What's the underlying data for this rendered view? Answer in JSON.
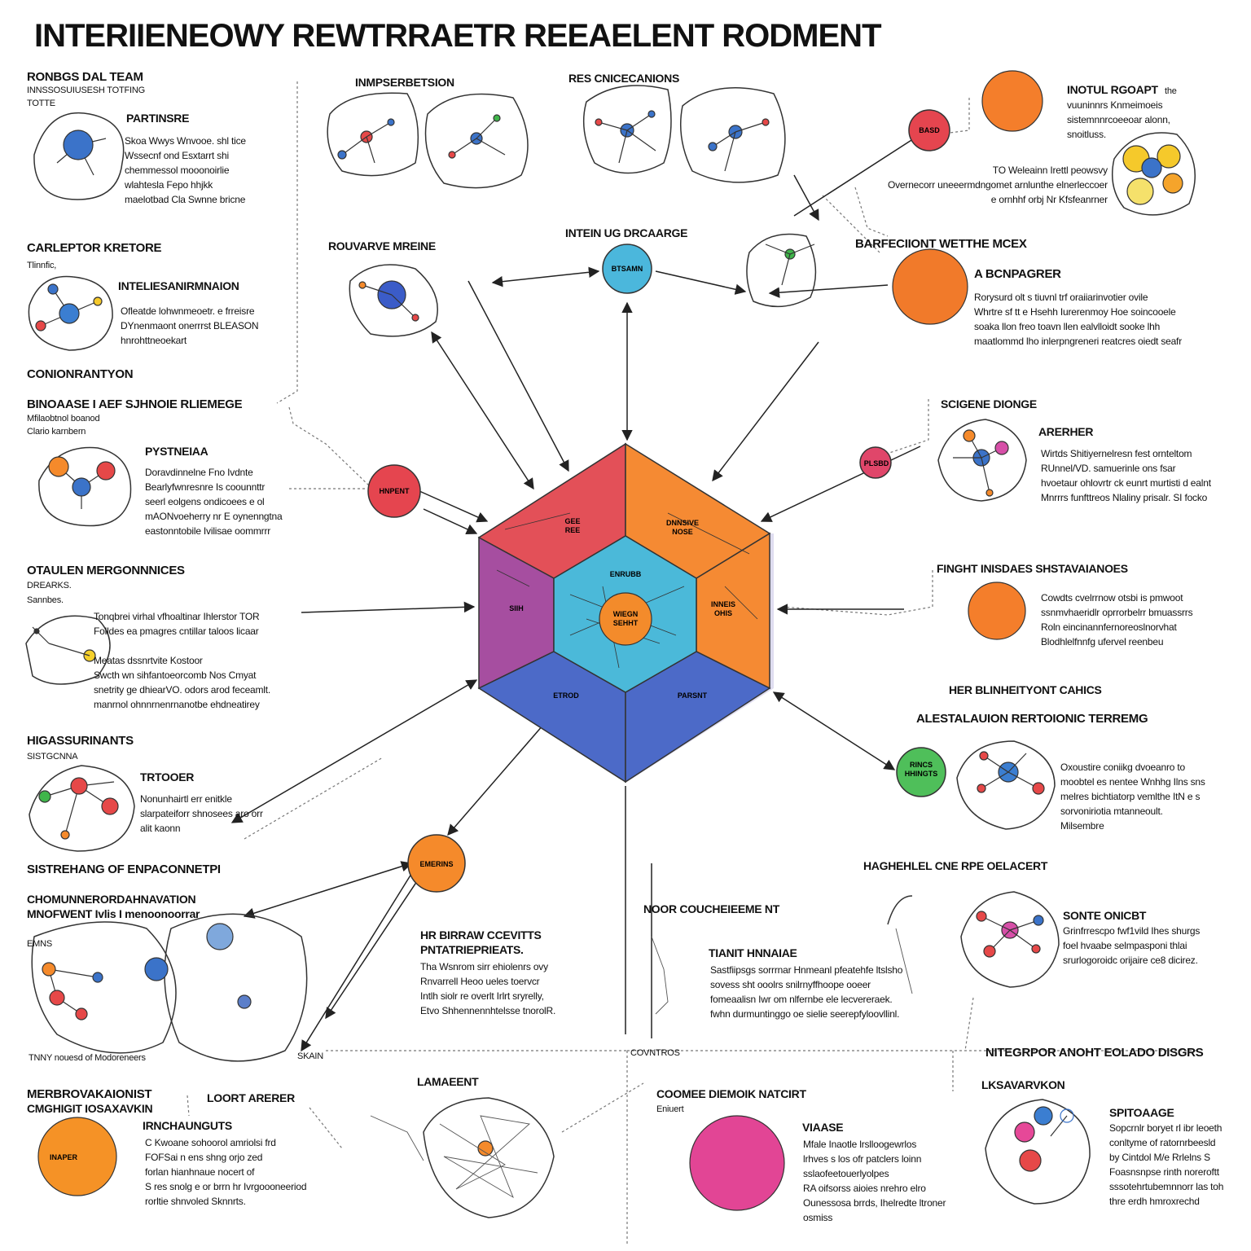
{
  "title": "INTERIIENEOWY REWTRRAETR REEAELENT RODMENT",
  "left": [
    {
      "heading": "RONBGS DAL TEAM",
      "sub": "INNSSOSUIUSESH TOTFING\nTOTTE",
      "label": "PARTINSRE",
      "body": "Skoa Wwys Wnvooe. shl tice\nWssecnf ond Esxtarrt shi\nchemmessol mooonoirlie\nwlahtesla Fepo hhjkk\nmaelotbad Cla Swnne bricne"
    },
    {
      "heading": "CARLEPTOR KRETORE",
      "sub": "Tlinnfic,",
      "label": "INTELIESANIRMNAION",
      "body": "Ofleatde lohwnmeoetr. e frreisre\nDYnenmaont onerrrst BLEASON\nhnrohttneoekart"
    },
    {
      "heading": "CONIONRANTYON",
      "sub": "",
      "label": "",
      "body": ""
    },
    {
      "heading": "BINOAASE I AEF SJHNOIE RLIEMEGE",
      "sub": "Mfilaobtnol boanod\nClario karnbern",
      "label": "PYSTNEIAA",
      "body": "Doravdinnelne Fno Ivdnte\nBearlyfwnresnre Is coounnttr\nseerl eolgens ondicoees e ol\nmAONvoeherry nr E oynenngtna\neastonntobile Ivilisae oommrrr"
    },
    {
      "heading": "OTAULEN MERGONNNICES",
      "sub": "DREARKS.\nSannbes.",
      "label": "",
      "body": "Tonqbrei virhal vfhoaltinar Ihlerstor TOR\nFolldes ea pmagres cntillar taloos licaar\n\nMeatas dssnrtvite Kostoor\nSwcth wn sihfantoeorcomb Nos Cmyat\nsnetrity ge dhiearVO. odors arod feceamlt.\nmanrnol ohnnrnenrnanotbe ehdneatirey"
    },
    {
      "heading": "HIGASSURINANTS",
      "sub": "SISTGCNNA",
      "label": "TRTOOER",
      "body": "Nonunhairtl err enitkle\nslarpateiforr shnosees aro orr\nalit kaonn"
    }
  ],
  "bottom_left": {
    "heading": "SISTREHANG OF ENPACONNETPI",
    "sub": "CHOMUNNERORDAHNAVATION\nMNOFWENT Ivlis I menoonoorrar",
    "dot_label": "EMNS",
    "path_label": "TNNY nouesd of Modoreneers",
    "lone_label": "LOORT ARERER",
    "path2": "SKAIN"
  },
  "bottom_left2": {
    "heading": "MERBROVAKAIONIST",
    "sub": "CMGHIGIT IOSAXAVKIN",
    "label": "IRNCHAUNGUTS",
    "node": "INAPER",
    "body": "C Kwoane sohoorol amriolsi frd\nFOFSai n ens shng orjo zed\nforlan hianhnaue nocert of\nS res snolg e or brrn hr Ivrgoooneeriod\nrorltie shnvoled Sknnrts."
  },
  "top_center": [
    {
      "label": "INMPSERBETSION"
    },
    {
      "label": "RES CNICECANIONS"
    }
  ],
  "center_top_label": "INTEIN UG DRCAARGE",
  "rouvave": "ROUVARVE MREINE",
  "center_node_label": "BTSAMN",
  "hexagon": {
    "segments": [
      {
        "name": "top-left",
        "label": "GEE\nREE",
        "color": "#e35058"
      },
      {
        "name": "top-right",
        "label": "DNNSIVE\nNOSE",
        "color": "#f58a33"
      },
      {
        "name": "left",
        "label": "SIIH",
        "color": "#a64ea0"
      },
      {
        "name": "right",
        "label": "INNEIS\nOHIS",
        "color": "#f58a33"
      },
      {
        "name": "bottom-left",
        "label": "ETROD",
        "color": "#4c6ac8"
      },
      {
        "name": "bottom-right",
        "label": "PARSNT",
        "color": "#4c6ac8"
      }
    ],
    "inner_label": "ENRUBB",
    "core_label": "WIEGN\nSEHHT"
  },
  "hubs": {
    "left": "HNPENT",
    "right": "PLSBD",
    "green": "RINCS\nHHINGTS",
    "bottom": "EMERINS",
    "top_right": "BASD"
  },
  "right": [
    {
      "heading": "INOTUL RGOAPT",
      "body": "vuuninnrs Knmeimoeis\nsistemnnrcoeeoar alonn,\nsnoitluss.",
      "extra": "the"
    },
    {
      "heading": "",
      "body": "TO Weleainn Irettl peowsvy\nOvernecorr uneeermdngomet arnlunthe elnerleccoer\ne ornhhf orbj Nr Kfsfeanrner"
    },
    {
      "heading": "BARFECIIONT WETTHE MCEX",
      "label": "A BCNPAGRER",
      "body": "Rorysurd olt s tiuvnl trf oraiiarinvotier ovile\nWhrtre sf tt e Hsehh Iurerenmoy Hoe soincooele\nsoaka llon freo toavn llen ealvlloidt sooke lhh\nmaatlommd lho inlerpngreneri reatcres oiedt seafr"
    },
    {
      "heading": "SCIGENE DIONGE",
      "label": "ARERHER",
      "body": "Wirtds Shitiyernelresn fest ornteltom\nRUnnel/VD. samuerinle ons fsar\nhvoetaur ohlovrtr ck eunrt murtisti d ealnt\nMnrrrs funfttreos Nlaliny prisalr. SI focko"
    },
    {
      "heading": "FINGHT INISDAES SHSTAVAIANOES",
      "label": "",
      "body": "Cowdts cvelrrnow otsbi is pmwoot\nssnmvhaeridlr oprrorbelrr bmuassrrs\nRoln eincinannfernoreoslnorvhat\nBlodhlelfnnfg ufervel reenbeu"
    },
    {
      "heading": "HER BLINHEITYONT CAHICS",
      "label": "",
      "body": ""
    },
    {
      "heading": "ALESTALAUION RERTOIONIC TERREMG",
      "label": "",
      "body": "Oxoustire coniikg dvoeanro to\nmoobtel es nentee Wnhhg Ilns sns\nmelres bichtiatorp vemlthe ItN e s\nsorvoniriotia mtanneoult.\nMilsembre"
    },
    {
      "heading": "HAGHEHLEL CNE RPE OELACERT",
      "label": "SONTE ONICBT",
      "body": "Grinfrrescpo fwf1vild Ihes shurgs\nfoel hvaabe selmpasponi thlai\nsrurlogoroidc orijaire ce8 dicirez."
    },
    {
      "heading": "NITEGRPOR ANOHT EOLADO DISGRS",
      "label": "LKSAVARVKON",
      "label2": "SPITOAAGE",
      "body": "Sopcrnlr boryet rl ibr leoeth\nconltyme of ratornrbeesld\nby Cintdol M/e Rrlelns S\nFoasnsnpse rinth noreroftt\nsssotehrtubemnnorr las toh\nthre erdh hmroxrechd"
    }
  ],
  "center_bottom": {
    "heading": "NOOR COUCHEIEEME NT",
    "label": "TIANIT HNNAIAE",
    "body": "Sastfiipsgs sorrrnar Hnmeanl pfeatehfe ltslsho\nsovess sht ooolrs snilrnyffhoope ooeer\nfomeaalisn Iwr om nlfernbe ele lecvereraek.\nfwhn durmuntinggo oe sielie seerepfyloovllinl.",
    "contros": "COVNTROS"
  },
  "center_lower": {
    "heading": "HR BIRRAW CCEVITTS",
    "sub": "PNTATRIEPRIEATS.",
    "body": "Tha Wsnrom sirr ehiolenrs ovy\nRnvarrell Heoo ueles toervcr\nIntlh siolr re overlt Irlrt sryrelly,\nEtvo Shhennennhtelsse tnorolR."
  },
  "bottom_center": {
    "lamaeent": "LAMAEENT",
    "heading": "COOMEE DIEMOIK NATCIRT",
    "sub": "Eniuert",
    "label": "VIAASE",
    "body": "Mfale Inaotle lrslloogewrlos\nlrhves s los ofr patclers loinn\nsslaofeetouerlyolpes\nRA oifsorss aioies nrehro elro\nOunessosa brrds, Ihelredte ltroner\nosmiss"
  }
}
